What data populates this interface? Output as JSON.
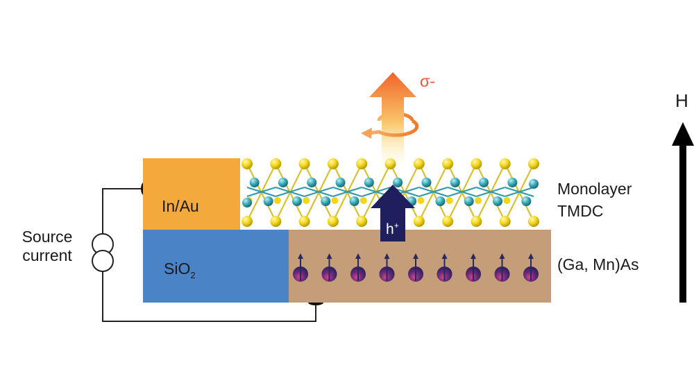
{
  "labels": {
    "in_au": "In/Au",
    "sio2_main": "SiO",
    "sio2_sub": "2",
    "source_line1": "Source",
    "source_line2": "current",
    "monolayer": "Monolayer",
    "tmdc": "TMDC",
    "ga_mn_as": "(Ga, Mn)As",
    "field": "H",
    "sigma": "σ-",
    "hole": "h",
    "hole_sup": "+"
  },
  "colors": {
    "in_au_contact": "#F4A93C",
    "sio2": "#4A84C6",
    "ga_mn_as_substrate": "#C39E78",
    "sulfur_atom": "#F2D61C",
    "metal_atom": "#3AA9B8",
    "hole_arrow": "#1F1F5E",
    "emission_arrow": "#F0642A",
    "sigma_text": "#E8593A",
    "magnetic_atom": "#2A2660",
    "circuit_wire": "#222222"
  },
  "counts": {
    "metal_atoms_per_row": 10,
    "magnetic_dopants": 9
  }
}
